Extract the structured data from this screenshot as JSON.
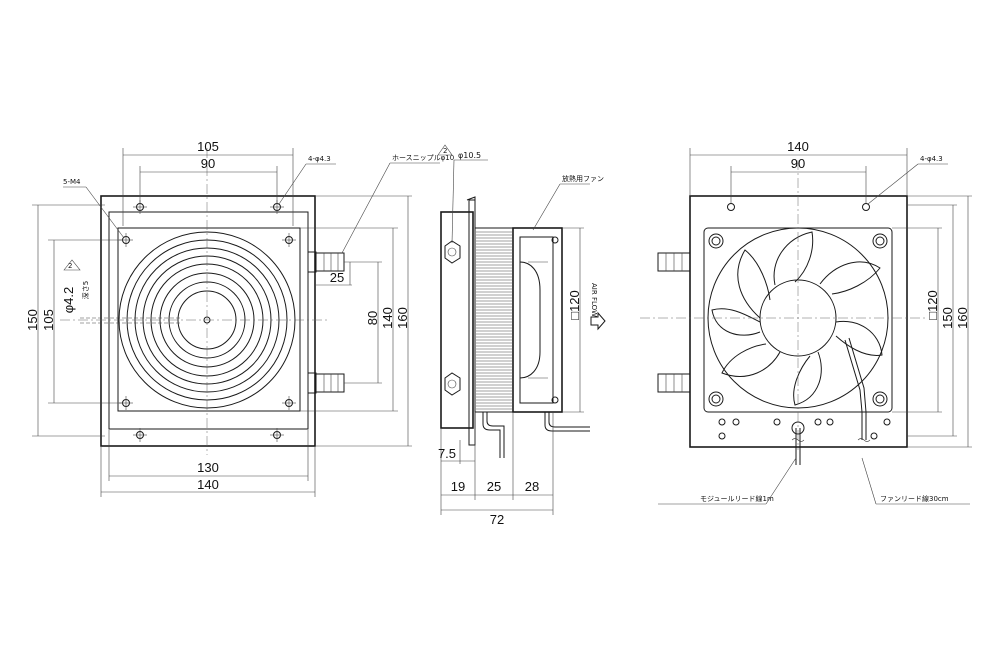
{
  "drawing": {
    "front_view": {
      "dim_top_outer": "105",
      "dim_top_inner": "90",
      "label_tapped_holes": "5-M4",
      "label_holes": "4-φ4.3",
      "label_hose_nipple": "ホースニップルφ10",
      "dim_left_outer": "150",
      "dim_left_inner": "105",
      "dim_pipe_port": "25",
      "dim_right_a": "80",
      "dim_right_b": "140",
      "dim_right_c": "160",
      "dim_bottom_inner": "130",
      "dim_bottom_outer": "140",
      "dim_hole_dia": "φ4.2",
      "dim_hole_depth": "深さ5",
      "tri_note_num": "2"
    },
    "side_view": {
      "tri_note_num": "2",
      "dim_nipple": "φ10.5",
      "label_fan": "放熱用ファン",
      "label_airflow": "AIR FLOW",
      "dim_fan_square": "□120",
      "dim_offset": "7.5",
      "dim_seg_a": "19",
      "dim_seg_b": "25",
      "dim_seg_c": "28",
      "dim_total": "72"
    },
    "rear_view": {
      "dim_top_outer": "140",
      "dim_top_inner": "90",
      "label_holes": "4-φ4.3",
      "dim_fan_square": "□120",
      "dim_right_a": "150",
      "dim_right_b": "160",
      "label_module_lead": "モジュールリード線1m",
      "label_fan_lead": "ファンリード線30cm"
    }
  }
}
